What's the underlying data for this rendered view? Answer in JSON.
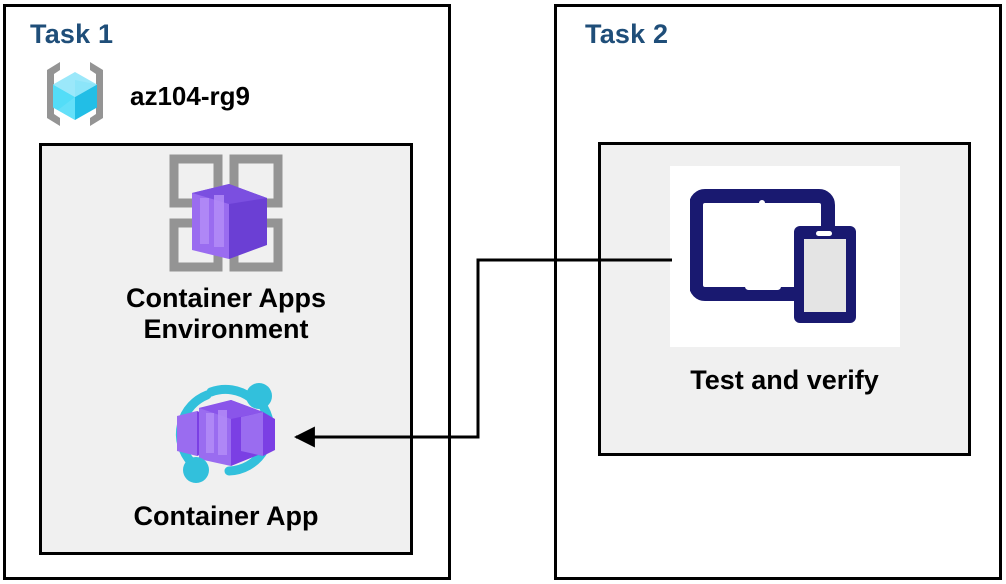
{
  "diagram": {
    "title": "Azure Container Apps task diagram",
    "background": "#ffffff",
    "accent_heading_color": "#1F4E79"
  },
  "panels": [
    {
      "id": "task1",
      "heading": "Task 1",
      "resource_group": {
        "label": "az104-rg9",
        "icon": "resource-group-icon",
        "icon_colors": {
          "cube": "#32C8F0",
          "brackets": "#949494"
        }
      },
      "nodes": [
        {
          "id": "container-apps-environment",
          "caption": "Container Apps\nEnvironment",
          "icon": "container-apps-environment-icon",
          "icon_colors": {
            "box_light": "#9A6CF0",
            "box_dark": "#6B3FD4",
            "grid": "#949494"
          }
        },
        {
          "id": "container-app",
          "caption": "Container App",
          "icon": "container-app-icon",
          "icon_colors": {
            "box_light": "#9A6CF0",
            "box_dark": "#7B3FE4",
            "ring": "#32C0DC"
          }
        }
      ]
    },
    {
      "id": "task2",
      "heading": "Task 2",
      "nodes": [
        {
          "id": "test-and-verify",
          "caption": "Test and verify",
          "icon": "devices-test-icon",
          "icon_colors": {
            "device": "#191970",
            "screen": "#E4E4E4",
            "tile": "#ffffff"
          }
        }
      ]
    }
  ],
  "connectors": [
    {
      "id": "test-to-container-app",
      "from": "test-and-verify",
      "to": "container-app",
      "direction": "left",
      "arrowhead": "arrow-left",
      "color": "#000000"
    }
  ]
}
